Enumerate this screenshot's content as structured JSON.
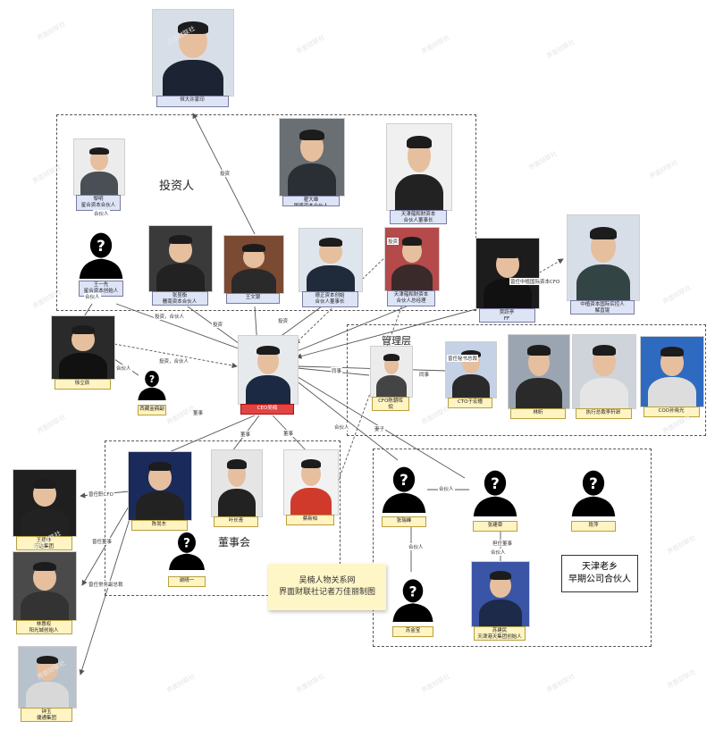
{
  "groups": {
    "investors": "投资人",
    "management": "管理层",
    "board": "董事会",
    "tianjin_line1": "天津老乡",
    "tianjin_line2": "早期公司合伙人"
  },
  "note": {
    "line1": "吴楠人物关系网",
    "line2": "界面财联社记者万佳丽制图"
  },
  "watermark": "界面财联社",
  "people": {
    "xu_jiayin": "恒大许家印",
    "li_ming": "黎明\n星合资本合伙人",
    "qu_daxin": "瞿大雄\n国盛资本合伙人",
    "tianjin_fund_1": "天津蕴和财资本\n合伙人董事长",
    "wang_yi": "王一先\n星合资本创始人",
    "zhang_yuheng": "张昱衡\n麓南资本合伙人",
    "wang_wenyin": "王文银",
    "zhengqing_partner": "德正资本创始\n合伙人董事长",
    "tianjin_fund_2": "天津蕴和财资本\n合伙人总经理",
    "jia_yueting": "贾跃亭\nFF",
    "zhongshi_cfo": "曾任中植国际资本CFO",
    "zhongzhi": "中植资本国际实控人\n解直锟",
    "xu_lichen": "徐立辰",
    "ximeng_cfo": "西藏金鼎副",
    "ceo_wu": "CEO吴楠",
    "cfo_zhao": "CFO陈朝晖\n倪",
    "cto_yu": "CTO于宏瞳",
    "lin_mou": "林昕",
    "exec_zhang": "执行总裁李轩昂",
    "coo_zhou": "COO孙晓光",
    "wang_jianlin": "王建林\n万达集团",
    "lin_weiquan": "林惠权\n阳光城创始人",
    "zhong_yu": "钟玉\n捷通集团",
    "chen_jiansheng": "陈尚东",
    "ye_xinjian": "叶长青",
    "cai_xin": "蔡新柏",
    "xie_jingyi": "谢晴一",
    "zhang_ruifeng": "张瑞峰",
    "zhang_jianguo": "张建章",
    "duan_ping": "段萍",
    "su_anli": "苏金宝",
    "zhongchuang": "苏建民\n天津港天集团创始人"
  },
  "edges": {
    "touzi": "投资",
    "touzi_hehuo": "投资，合伙人",
    "hehuoren": "合伙人",
    "tongshi": "同事",
    "dongshi": "董事",
    "zengren_cfo": "曾任职CFO",
    "zengren_dongshi": "曾任董事",
    "zengren_fuzong": "曾任常务副总裁",
    "zengren_mishu": "曾任秘书总裁",
    "qizi": "妻子",
    "danren_dongshi": "担任董事",
    "zengren_gaoguan": "曾任中植国际资本CFO"
  },
  "colors": {
    "label_blue": "#dde4f6",
    "label_yellow": "#fff4c2",
    "label_red": "#e24444",
    "note_yellow": "#fff6c8"
  }
}
